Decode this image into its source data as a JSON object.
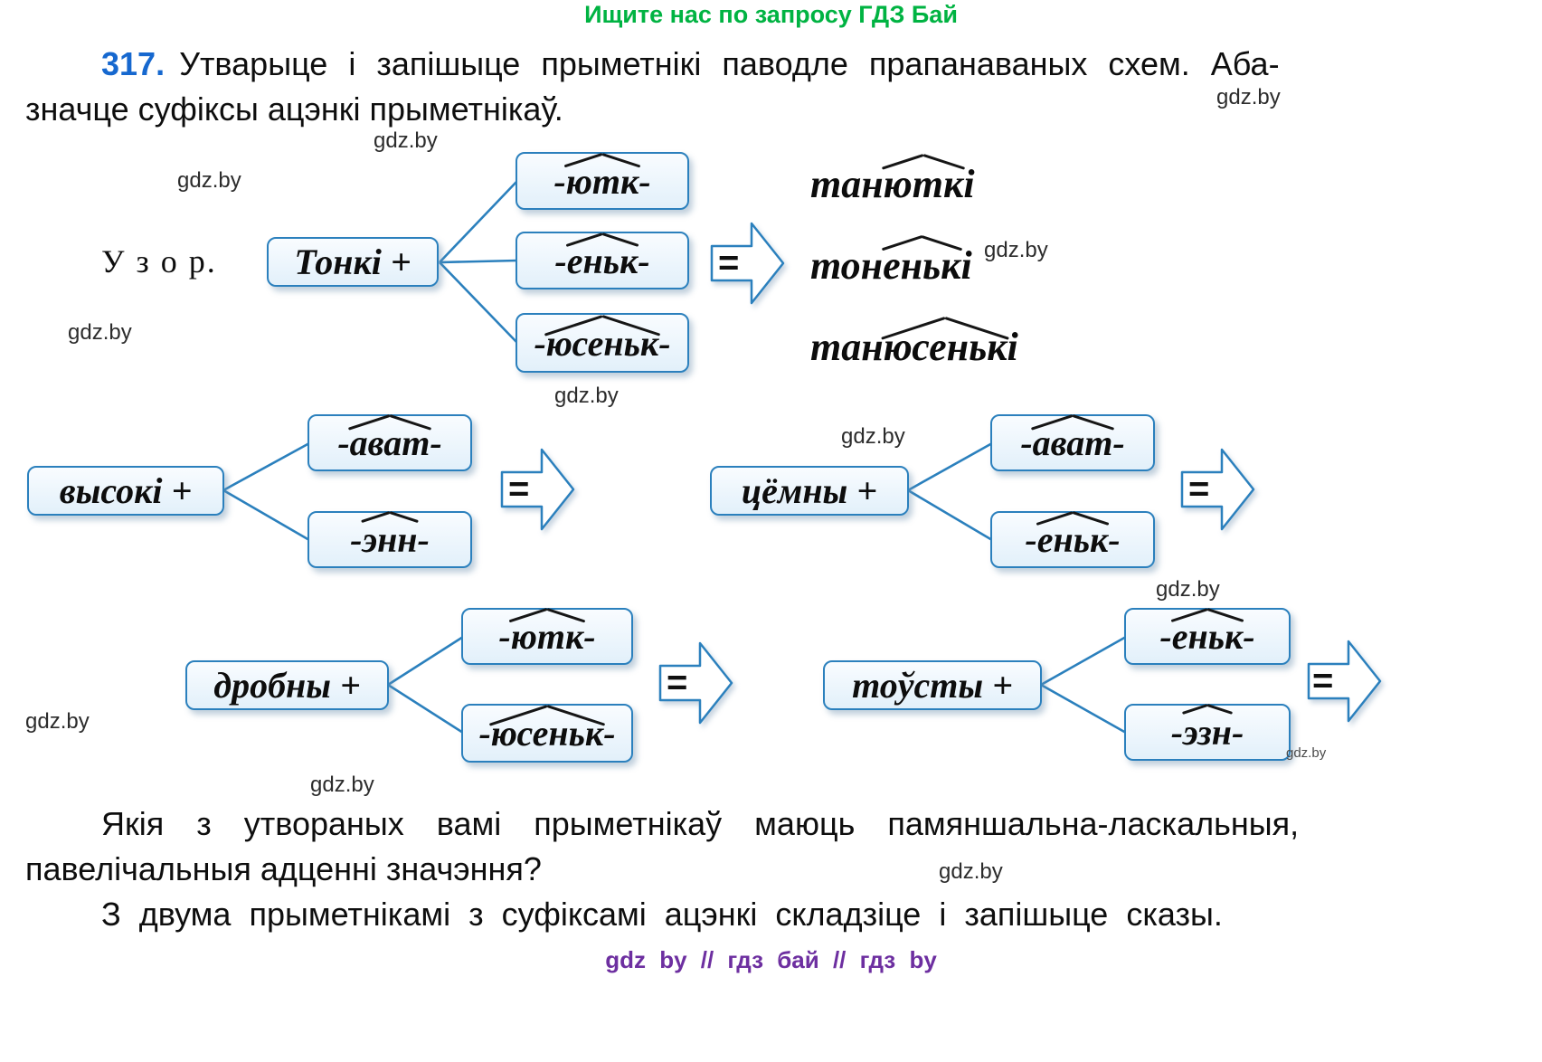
{
  "page": {
    "promo": "Ищите нас по запросу ГДЗ Бай",
    "watermark": "gdz.by",
    "footer": "gdz by // гдз бай // гдз by"
  },
  "exercise": {
    "number": "317.",
    "line1": "Утварыце і запішыце прыметнікі паводле прапанаваных схем. Аба-",
    "line2": "значце суфіксы ацэнкі прыметнікаў."
  },
  "example": {
    "label": "У з о р.",
    "base": "Тонкі +",
    "equals": "=",
    "suffixes": [
      {
        "pre": "-",
        "mark": "ютк",
        "post": "-"
      },
      {
        "pre": "-",
        "mark": "еньк",
        "post": "-"
      },
      {
        "pre": "-",
        "mark": "юсеньк",
        "post": "-"
      }
    ],
    "results": [
      {
        "pre": "тан",
        "mark": "ютк",
        "post": "і"
      },
      {
        "pre": "тон",
        "mark": "еньк",
        "post": "і"
      },
      {
        "pre": "тан",
        "mark": "юсеньк",
        "post": "і"
      }
    ]
  },
  "schemes": [
    {
      "base": "высокі +",
      "equals": "=",
      "suffixes": [
        {
          "pre": "-",
          "mark": "ават",
          "post": "-"
        },
        {
          "pre": "-",
          "mark": "энн",
          "post": "-"
        }
      ]
    },
    {
      "base": "цёмны +",
      "equals": "=",
      "suffixes": [
        {
          "pre": "-",
          "mark": "ават",
          "post": "-"
        },
        {
          "pre": "-",
          "mark": "еньк",
          "post": "-"
        }
      ]
    },
    {
      "base": "дробны +",
      "equals": "=",
      "suffixes": [
        {
          "pre": "-",
          "mark": "ютк",
          "post": "-"
        },
        {
          "pre": "-",
          "mark": "юсеньк",
          "post": "-"
        }
      ]
    },
    {
      "base": "тоўсты +",
      "equals": "=",
      "suffixes": [
        {
          "pre": "-",
          "mark": "еньк",
          "post": "-"
        },
        {
          "pre": "-",
          "mark": "эзн",
          "post": "-"
        }
      ]
    }
  ],
  "questions": {
    "q1_line1": "Якія з утвораных вамі прыметнікаў маюць памяншальна-ласкальныя,",
    "q1_line2": "павелічальныя адценні значэння?",
    "q2": "З двума прыметнікамі з суфіксамі ацэнкі складзіце і запішыце сказы."
  }
}
